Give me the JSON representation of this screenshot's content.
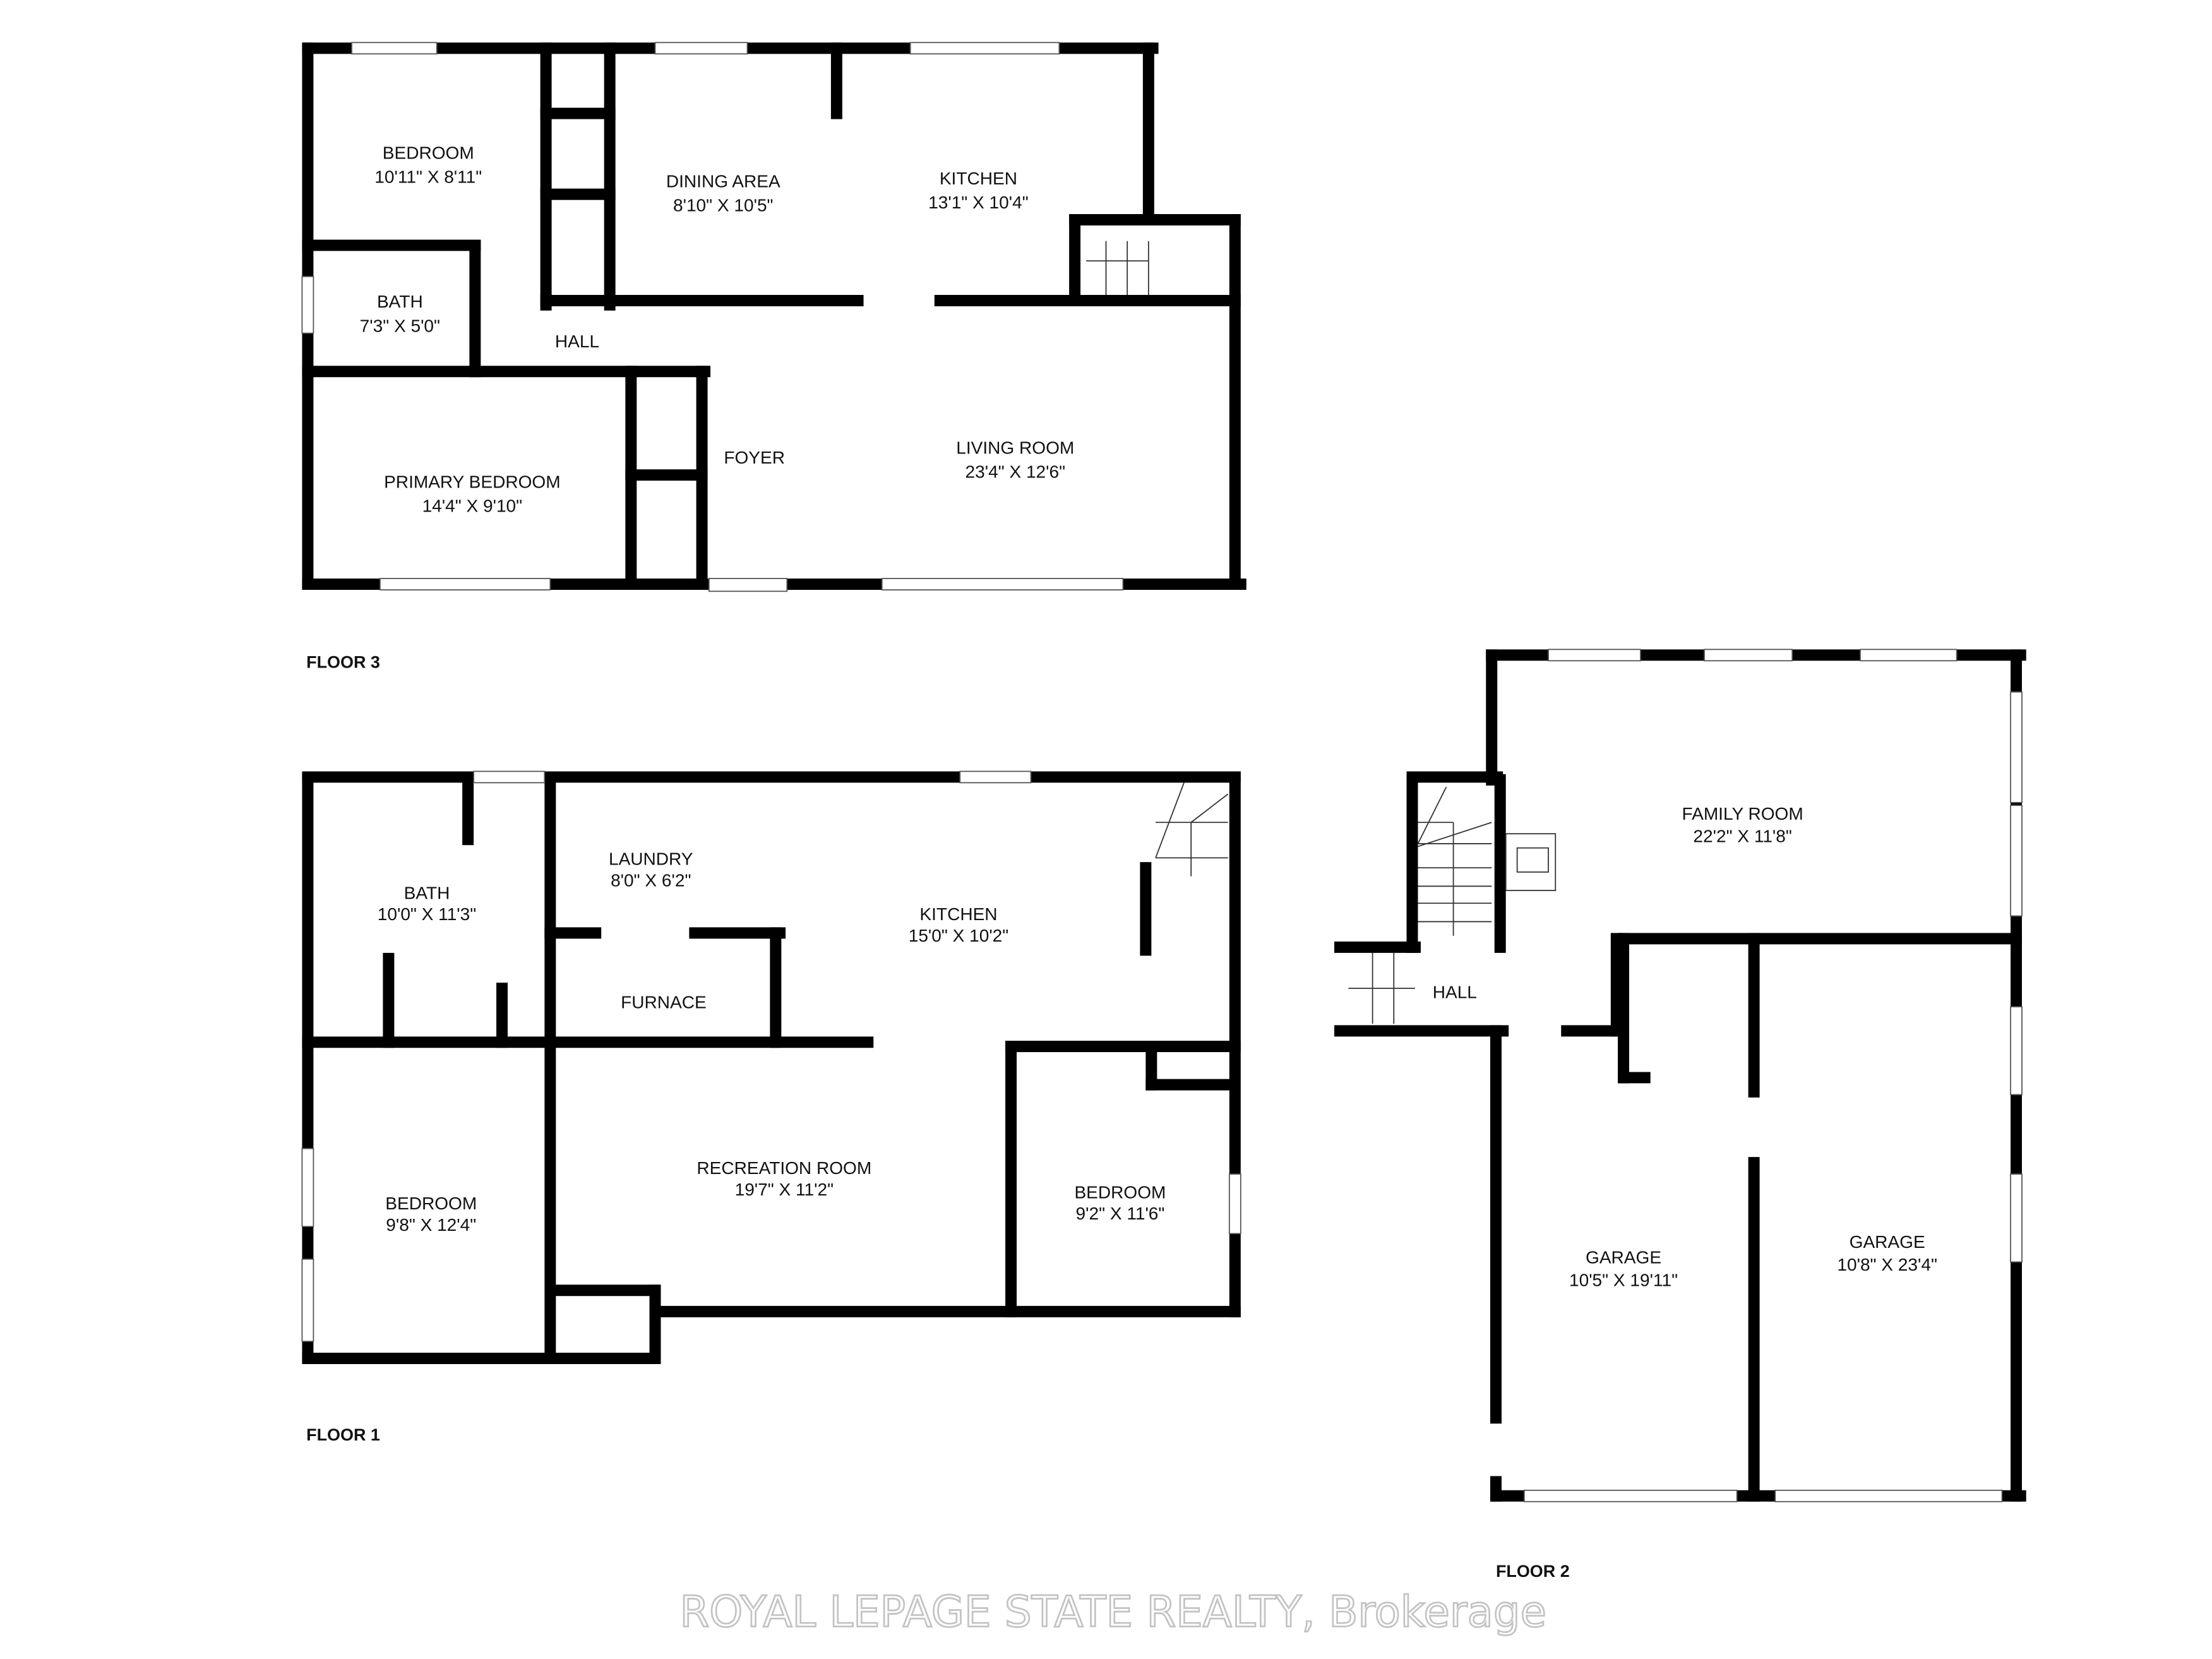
{
  "floors": [
    {
      "name": "FLOOR 3",
      "rooms": [
        {
          "name": "BEDROOM",
          "size": "10'11\" X 8'11\""
        },
        {
          "name": "DINING AREA",
          "size": "8'10\" X 10'5\""
        },
        {
          "name": "KITCHEN",
          "size": "13'1\" X 10'4\""
        },
        {
          "name": "BATH",
          "size": "7'3\" X 5'0\""
        },
        {
          "name": "HALL",
          "size": ""
        },
        {
          "name": "PRIMARY BEDROOM",
          "size": "14'4\" X 9'10\""
        },
        {
          "name": "FOYER",
          "size": ""
        },
        {
          "name": "LIVING ROOM",
          "size": "23'4\" X 12'6\""
        }
      ]
    },
    {
      "name": "FLOOR 1",
      "rooms": [
        {
          "name": "BATH",
          "size": "10'0\" X 11'3\""
        },
        {
          "name": "LAUNDRY",
          "size": "8'0\" X 6'2\""
        },
        {
          "name": "KITCHEN",
          "size": "15'0\" X 10'2\""
        },
        {
          "name": "FURNACE",
          "size": ""
        },
        {
          "name": "BEDROOM",
          "size": "9'8\" X 12'4\""
        },
        {
          "name": "RECREATION ROOM",
          "size": "19'7\" X 11'2\""
        },
        {
          "name": "BEDROOM",
          "size": "9'2\" X 11'6\""
        }
      ]
    },
    {
      "name": "FLOOR 2",
      "rooms": [
        {
          "name": "FAMILY ROOM",
          "size": "22'2\" X 11'8\""
        },
        {
          "name": "HALL",
          "size": ""
        },
        {
          "name": "GARAGE",
          "size": "10'5\" X 19'11\""
        },
        {
          "name": "GARAGE",
          "size": "10'8\" X 23'4\""
        }
      ]
    }
  ],
  "watermark": "ROYAL LEPAGE STATE REALTY, Brokerage"
}
